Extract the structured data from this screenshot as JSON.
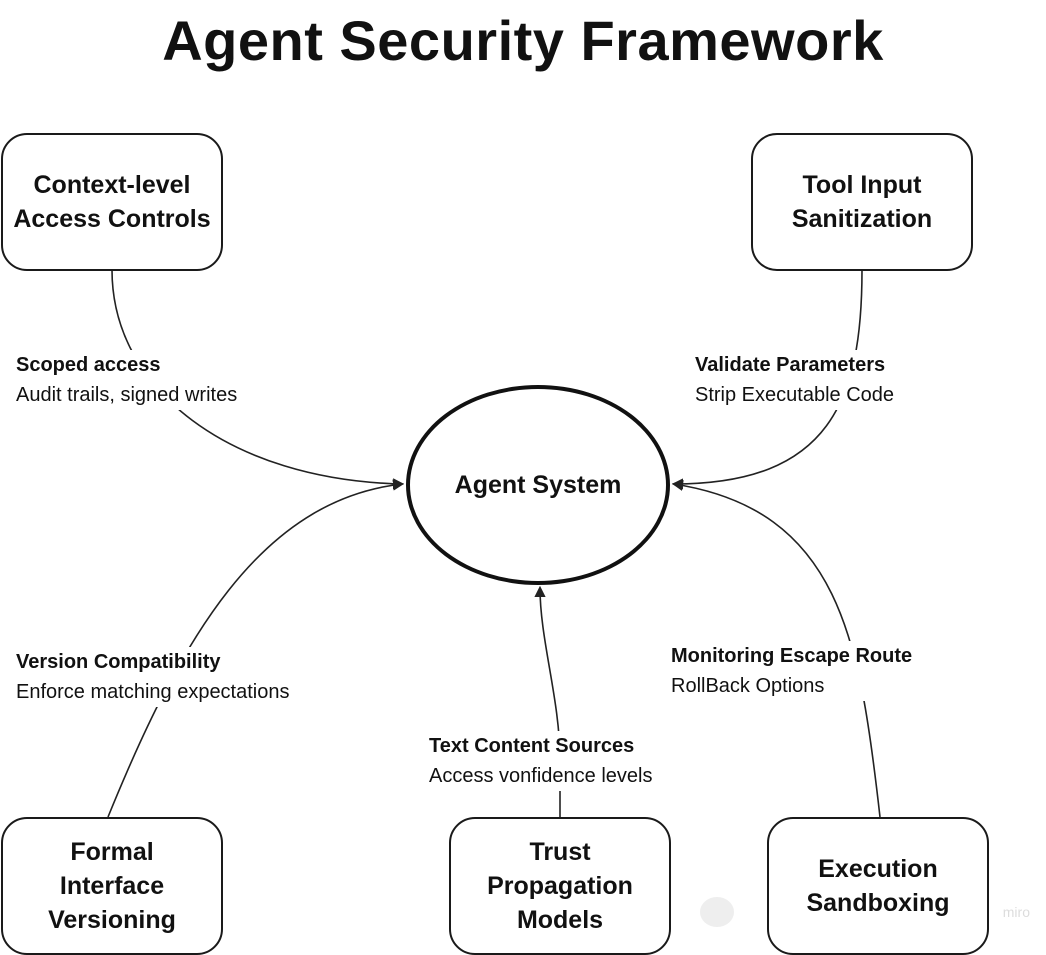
{
  "title": "Agent Security Framework",
  "center": {
    "label": "Agent System"
  },
  "nodes": {
    "top_left": "Context-level\nAccess Controls",
    "top_right": "Tool Input\nSanitization",
    "bottom_left": "Formal\nInterface\nVersioning",
    "bottom_center": "Trust\nPropagation\nModels",
    "bottom_right": "Execution\nSandboxing"
  },
  "edges": {
    "top_left": {
      "title": "Scoped access",
      "detail": "Audit trails, signed writes"
    },
    "top_right": {
      "title": "Validate Parameters",
      "detail": "Strip Executable Code"
    },
    "bottom_left": {
      "title": "Version Compatibility",
      "detail": "Enforce matching expectations"
    },
    "bottom_center": {
      "title": "Text Content Sources",
      "detail": "Access vonfidence levels"
    },
    "bottom_right": {
      "title": "Monitoring Escape Route",
      "detail": "RollBack Options"
    }
  },
  "watermark": {
    "brand": "miro"
  },
  "colors": {
    "stroke": "#1a1a1a",
    "background": "#ffffff"
  }
}
